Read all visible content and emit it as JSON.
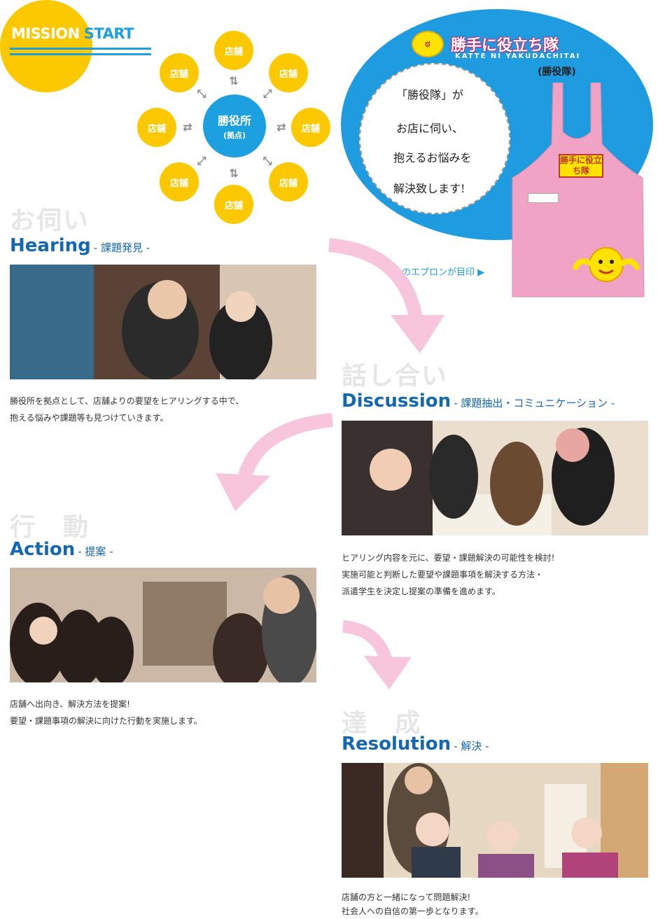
{
  "mission": {
    "word1": "MISSION",
    "word2": "START"
  },
  "hub": {
    "center_label": "勝役所",
    "center_sub": "(拠点)",
    "nodes": [
      "店舗",
      "店舗",
      "店舗",
      "店舗",
      "店舗",
      "店舗",
      "店舗",
      "店舗"
    ]
  },
  "apron": {
    "logo_title": "勝手に役立ち隊",
    "logo_romaji": "KATTE NI YAKUDACHITAI",
    "logo_paren": "(勝役隊)",
    "bubble_lines": [
      "「勝役隊」が",
      "お店に伺い、",
      "抱えるお悩みを",
      "解決致します!"
    ],
    "badge_text": "勝手に役立ち隊",
    "note": "このエプロンが目印 ▶"
  },
  "sections": [
    {
      "jp": "お伺い",
      "en": "Hearing",
      "sub": "- 課題発見 -",
      "desc": [
        "勝役所を拠点として、店舗よりの要望をヒアリングする中で、",
        "抱える悩みや課題等も見つけていきます。"
      ]
    },
    {
      "jp": "話し合い",
      "en": "Discussion",
      "sub": "- 課題抽出・コミュニケーション -",
      "desc": [
        "ヒアリング内容を元に、要望・課題解決の可能性を検討!",
        "実施可能と判断した要望や課題事項を解決する方法・",
        "派遣学生を決定し提案の準備を進めます。"
      ]
    },
    {
      "jp": "行　動",
      "en": "Action",
      "sub": "- 提案 -",
      "desc": [
        "店舗へ出向き、解決方法を提案!",
        "要望・課題事項の解決に向けた行動を実施します。"
      ]
    },
    {
      "jp": "達　成",
      "en": "Resolution",
      "sub": "- 解決 -",
      "desc": [
        "店舗の方と一緒になって問題解決!",
        "社会人への自信の第一歩となります。"
      ]
    }
  ],
  "colors": {
    "yellow": "#fcc800",
    "blue": "#1da0e0",
    "pink": "#f7c6dd",
    "navy": "#1467b3"
  }
}
